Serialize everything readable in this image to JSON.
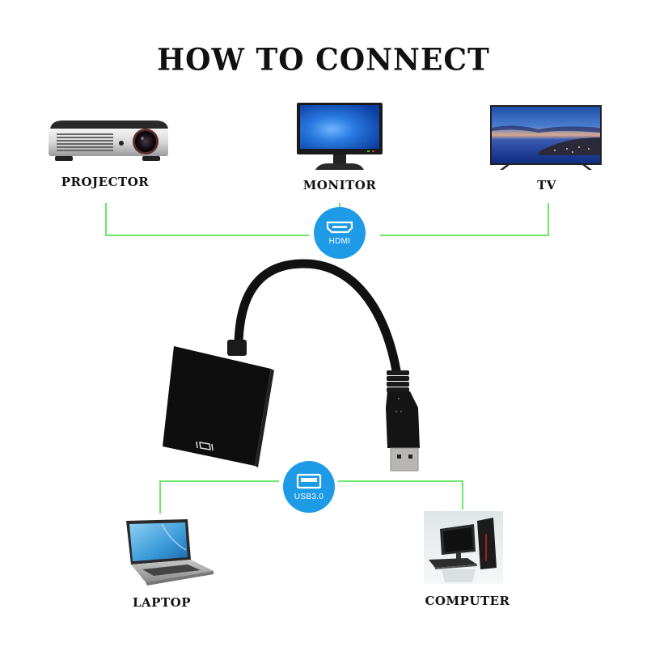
{
  "title": "HOW TO CONNECT",
  "outputs": {
    "connector": {
      "label": "HDMI",
      "icon": "hdmi-port-icon",
      "color": "#1e9be6"
    },
    "devices": [
      {
        "label": "PROJECTOR",
        "icon": "projector-icon"
      },
      {
        "label": "MONITOR",
        "icon": "monitor-icon"
      },
      {
        "label": "TV",
        "icon": "tv-icon"
      }
    ]
  },
  "inputs": {
    "connector": {
      "label": "USB3.0",
      "icon": "usb-port-icon",
      "color": "#1e9be6"
    },
    "devices": [
      {
        "label": "LAPTOP",
        "icon": "laptop-icon"
      },
      {
        "label": "COMPUTER",
        "icon": "desktop-computer-icon"
      }
    ]
  },
  "adapter": {
    "port_glyph": "VGA/HDMI port symbol",
    "icon": "usb-to-hdmi-adapter"
  },
  "line_color": "#6be86b"
}
